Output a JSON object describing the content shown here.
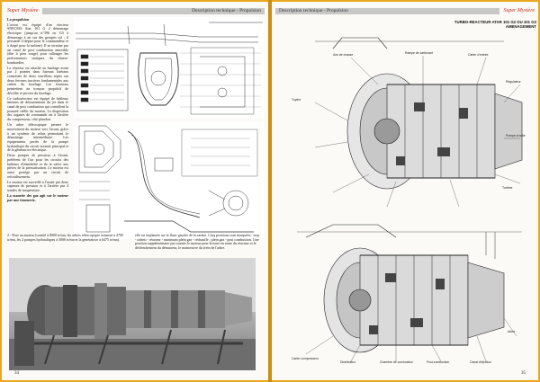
{
  "header": {
    "logo": "Super Mystère",
    "left_title": "Description technique - Propulsion",
    "right_title": "Description technique - Propulsion"
  },
  "left_page": {
    "number": "34",
    "heading": "La propulsion",
    "col1": [
      "L'avion est équipé d'un réacteur SNECMA Atar 101 G 2 démarrage électrique (jusqu'au n°396 ou G3 à démarrage à air sur des groupes sol ; il persuade il départ pour le commandeur et à drapé pour la turbine). Il se termine par un canal de post combustion amovible (dite à pieu rouge) pour rallonger les performances statiques du chasse-bombardier.",
      "Le réacteur est attaché au fuselage avant par 2 pointes dans fuseaux latéraux constitués de deux tourillons repris sur deux ferrures tractives fondamentales aux cadres du fuselage. Les fixations permettent au tronçon propulsif de décoller et pivoter du fuselage.",
      "Ce turboréacteur est équipé de brûleurs internes de détournement du jet dans le canal de post combustion qui contrôlent la poussée réelle du moteur. La disposition des organes de commande est à l'arrière du compresseur, côté plancher.",
      "Un arbre télescopique permet le mouvement du moteur vers l'avant, grâce à un système de relais permettant le démontage intermédiaire. Les équipements portés de la pompe hydraulique du circuit normal, principal et de la génératrice électrique.",
      "Deux pompes de pression, à l'avant, préférent de l'air pour les circuits des brûleurs d'étanchéité et de la valve aux pièces de la pressurisation. Le moteur est aussi protégé par un circuit de refroidissement."
    ],
    "col2": [
      "Le moteur est surveillé à l'avant par deux capteurs de pression et à l'arrière par 4 sondes de température.",
      "La manette des gaz agit sur le moteur par une timonerie."
    ],
    "photo_caption": [
      "2 - Pose au moteur (comité à 8000 tr/mn, les arbres télescopique tournent à 4700 tr/mn, les 2 pompes hydrauliques à 3000 tr/mn et la génératrice à 6475 tr/mn).",
      "elle est implantée sur le flanc gauche de la carène. Cinq positions sont marquées : stop - ralenti - réacteur - minimum plein gaz - réchauffe ; plein gaz - post combustion. Une position supplémentaire par tourner le moteur pour la mise en route du réacteur et le déclenchement du démarreur, le manoeuvre du frein de l'arbre."
    ]
  },
  "right_page": {
    "number": "35",
    "engine_title_1": "TURBO-REACTEUR ATAR 101 G2 OU 101 G3",
    "engine_title_2": "AMENAGEMENT",
    "top_labels": [
      "Axe de chasse",
      "Rampe de carburant",
      "Carter d'entrée",
      "Régulateur",
      "Pompe à huile",
      "Turbine",
      "Tuyère"
    ],
    "bottom_labels": [
      "Carter compresseur",
      "Distributeur",
      "Chambre de combustion",
      "Post-combustion",
      "Canal d'éjection",
      "Arbre"
    ]
  }
}
